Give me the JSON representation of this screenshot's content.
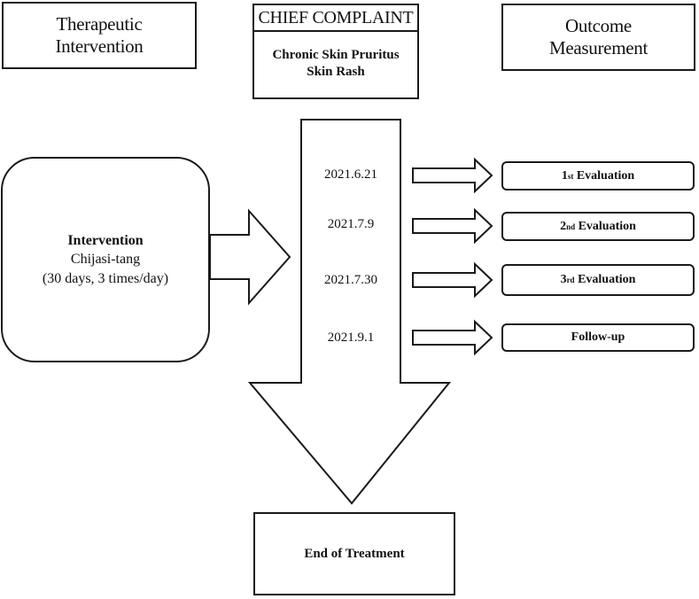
{
  "headers": {
    "therapeutic": [
      "Therapeutic",
      "Intervention"
    ],
    "chief_complaint": "CHIEF COMPLAINT",
    "complaints": [
      "Chronic Skin Pruritus",
      "Skin Rash"
    ],
    "outcome": [
      "Outcome",
      "Measurement"
    ]
  },
  "intervention": {
    "title": "Intervention",
    "drug": "Chijasi-tang",
    "regimen": "(30 days, 3 times/day)"
  },
  "timeline": [
    {
      "date": "2021.6.21",
      "eval_num": "1",
      "eval_sup": "st",
      "eval_label": "Evaluation"
    },
    {
      "date": "2021.7.9",
      "eval_num": "2",
      "eval_sup": "nd",
      "eval_label": "Evaluation"
    },
    {
      "date": "2021.7.30",
      "eval_num": "3",
      "eval_sup": "rd",
      "eval_label": "Evaluation"
    },
    {
      "date": "2021.9.1",
      "eval_num": "",
      "eval_sup": "",
      "eval_label": "Follow-up"
    }
  ],
  "end": "End of Treatment"
}
